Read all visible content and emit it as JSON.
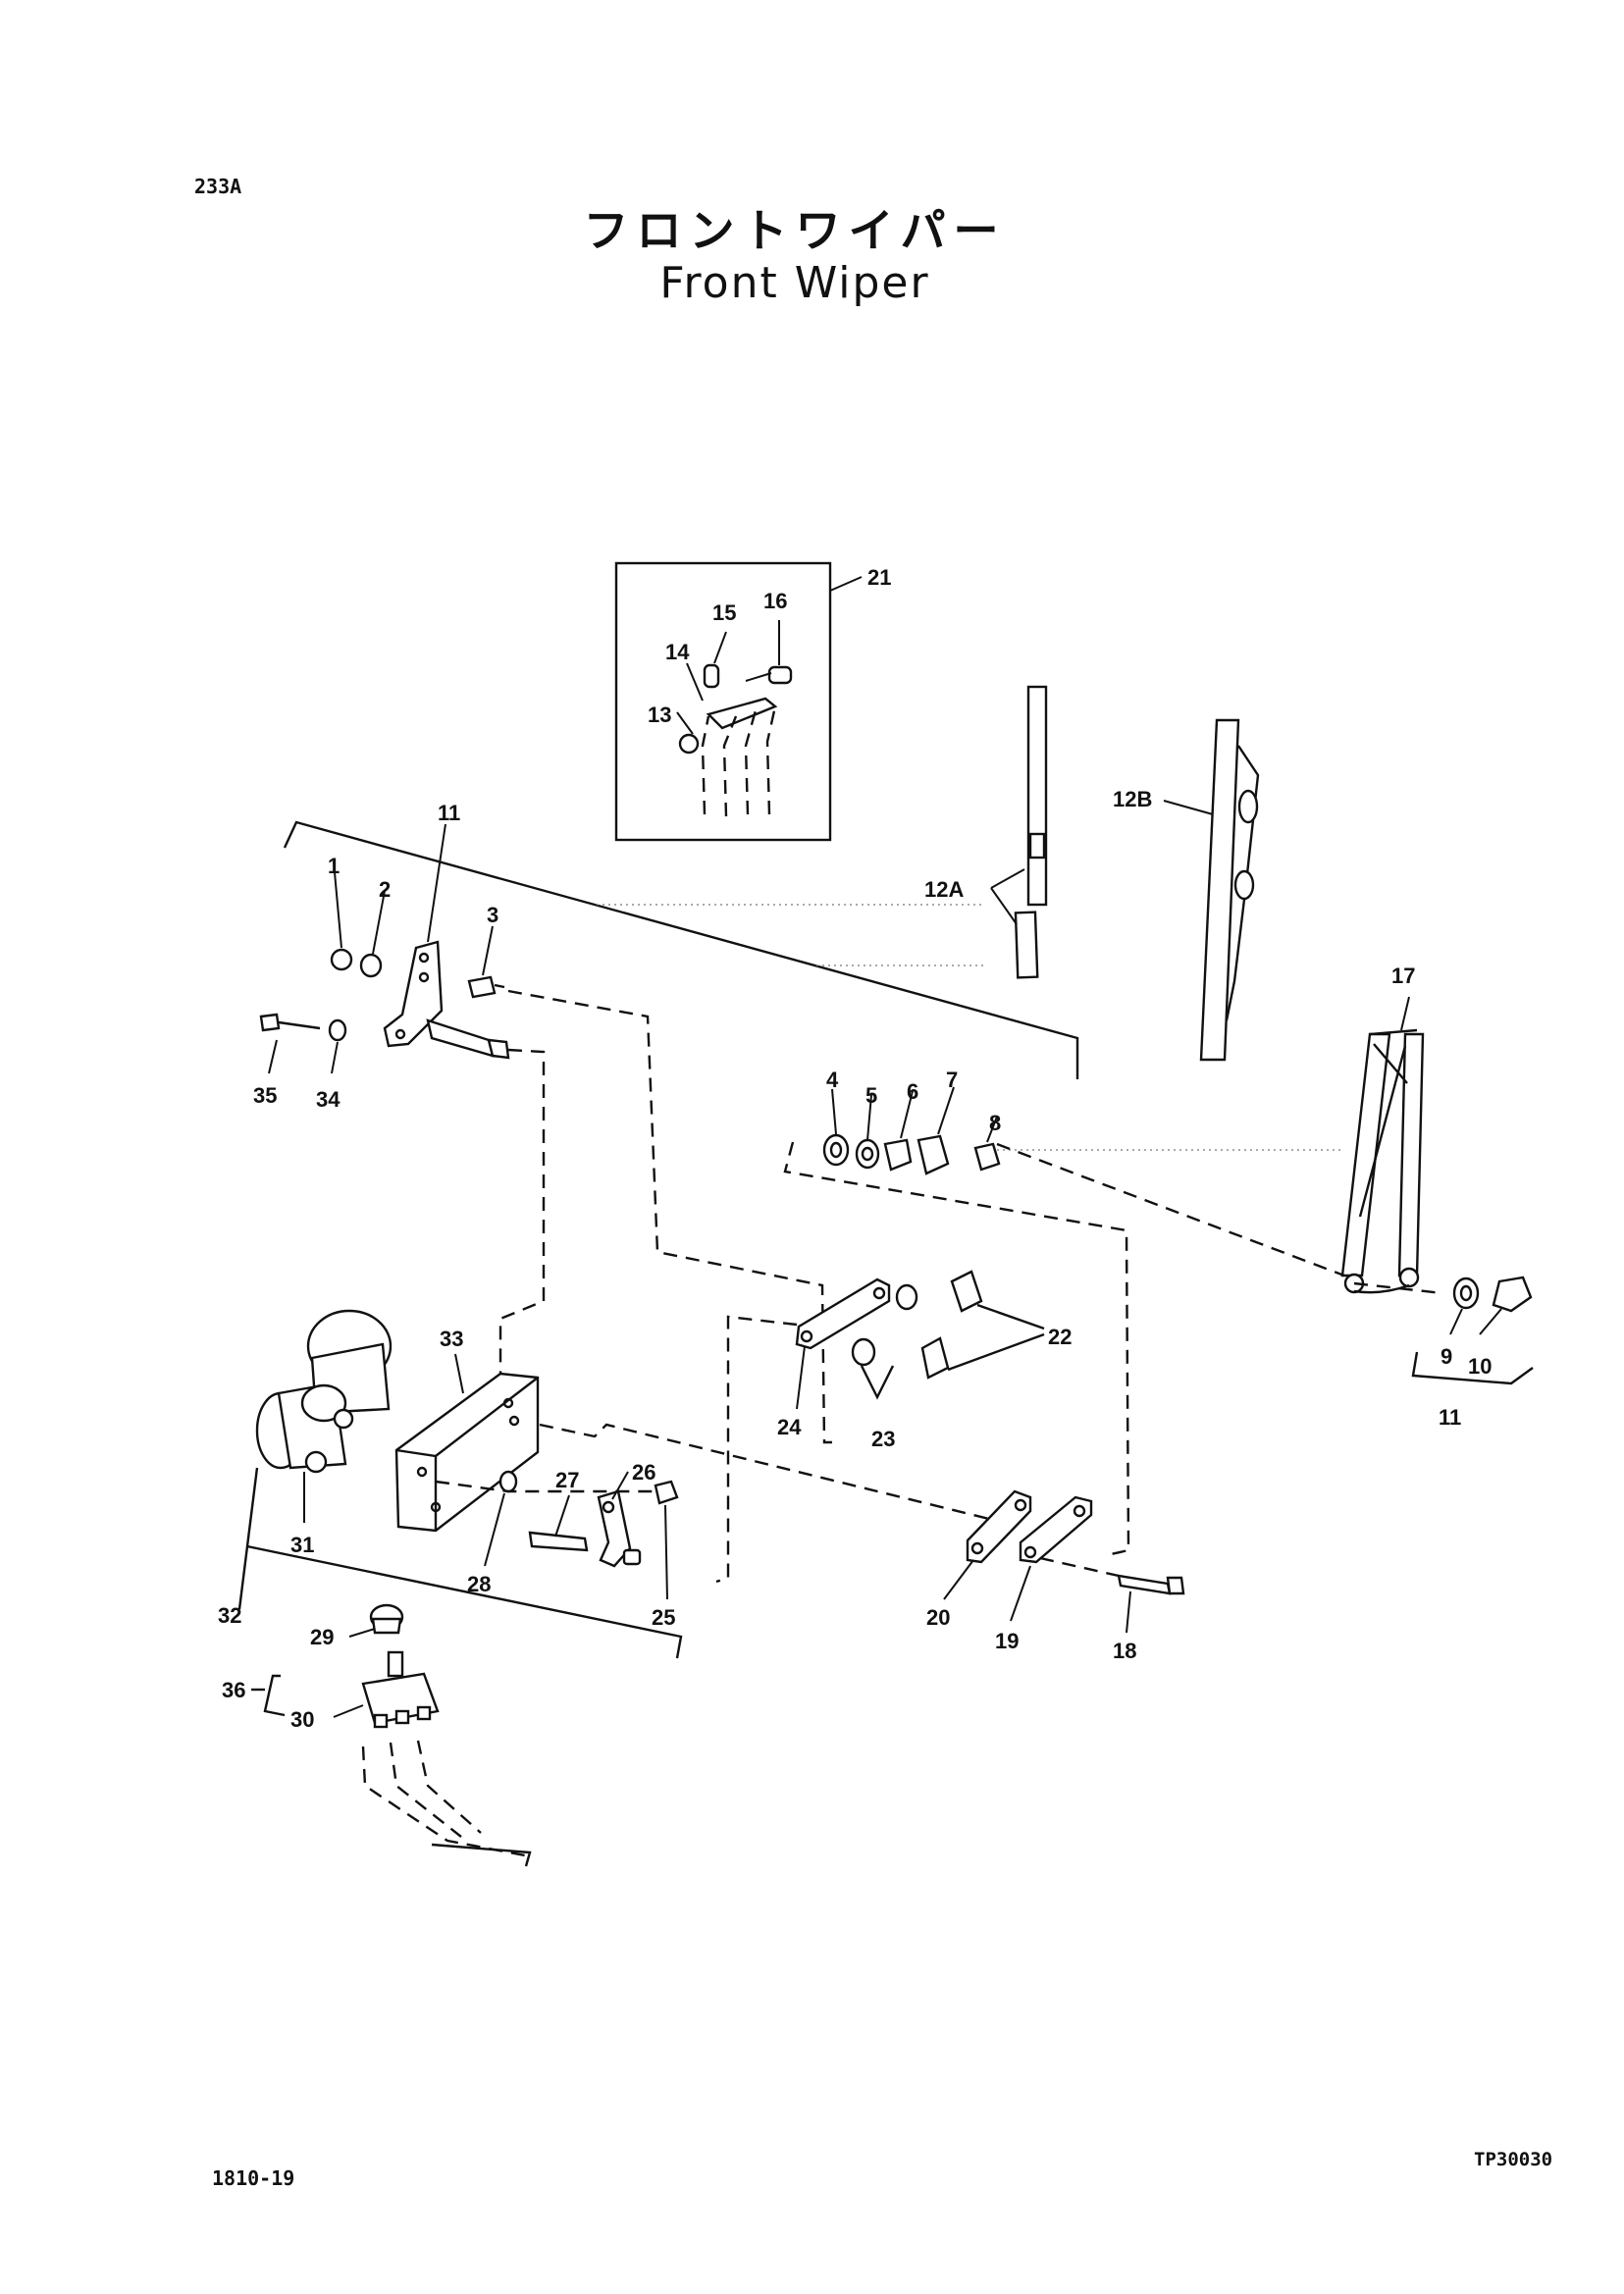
{
  "header": {
    "page_code": "233A",
    "title_jp": "フロントワイパー",
    "title_en": "Front Wiper"
  },
  "footer": {
    "left_code": "1810-19",
    "right_code": "TP30030"
  },
  "callouts": [
    "1",
    "2",
    "3",
    "4",
    "5",
    "6",
    "7",
    "8",
    "9",
    "10",
    "11",
    "11",
    "12A",
    "12B",
    "13",
    "14",
    "15",
    "16",
    "17",
    "18",
    "19",
    "20",
    "21",
    "22",
    "23",
    "24",
    "25",
    "26",
    "27",
    "28",
    "29",
    "30",
    "31",
    "32",
    "33",
    "34",
    "35",
    "36"
  ]
}
